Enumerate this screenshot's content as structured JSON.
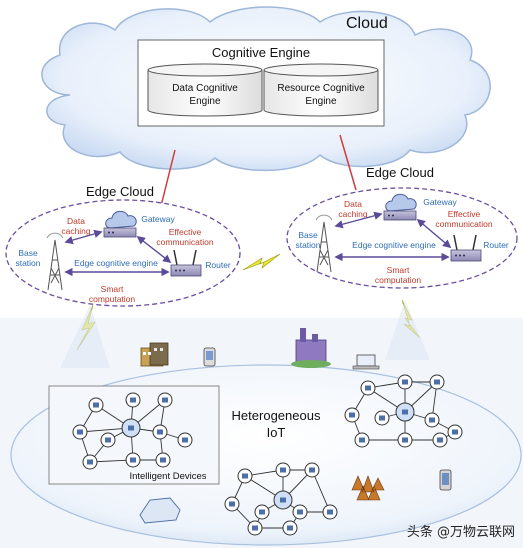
{
  "cloud": {
    "title": "Cloud",
    "cognitive_engine": {
      "title": "Cognitive Engine",
      "data_engine": [
        "Data Cognitive",
        "Engine"
      ],
      "resource_engine": [
        "Resource Cognitive",
        "Engine"
      ]
    }
  },
  "edge_left": {
    "title": "Edge Cloud",
    "gateway": "Gateway",
    "data_caching": [
      "Data",
      "caching"
    ],
    "effective_communication": [
      "Effective",
      "communication"
    ],
    "base_station": [
      "Base",
      "station"
    ],
    "edge_engine": "Edge cognitive engine",
    "router": "Router",
    "smart_computation": [
      "Smart",
      "computation"
    ]
  },
  "edge_right": {
    "title": "Edge Cloud",
    "gateway": "Gateway",
    "data_caching": [
      "Data",
      "caching"
    ],
    "effective_communication": [
      "Effective",
      "communication"
    ],
    "base_station": [
      "Base",
      "station"
    ],
    "edge_engine": "Edge cognitive engine",
    "router": "Router",
    "smart_computation": [
      "Smart",
      "computation"
    ]
  },
  "iot": {
    "title": [
      "Heterogeneous",
      "IoT"
    ],
    "intelligent_devices": "Intelligent Devices"
  },
  "watermark": "头条 @万物云联网",
  "colors": {
    "red_text": "#c0392b",
    "blue_text": "#2e6db4",
    "purple_line": "#6a4fa0",
    "link_red": "#d23b3b",
    "lightning": "#e6e62e"
  }
}
